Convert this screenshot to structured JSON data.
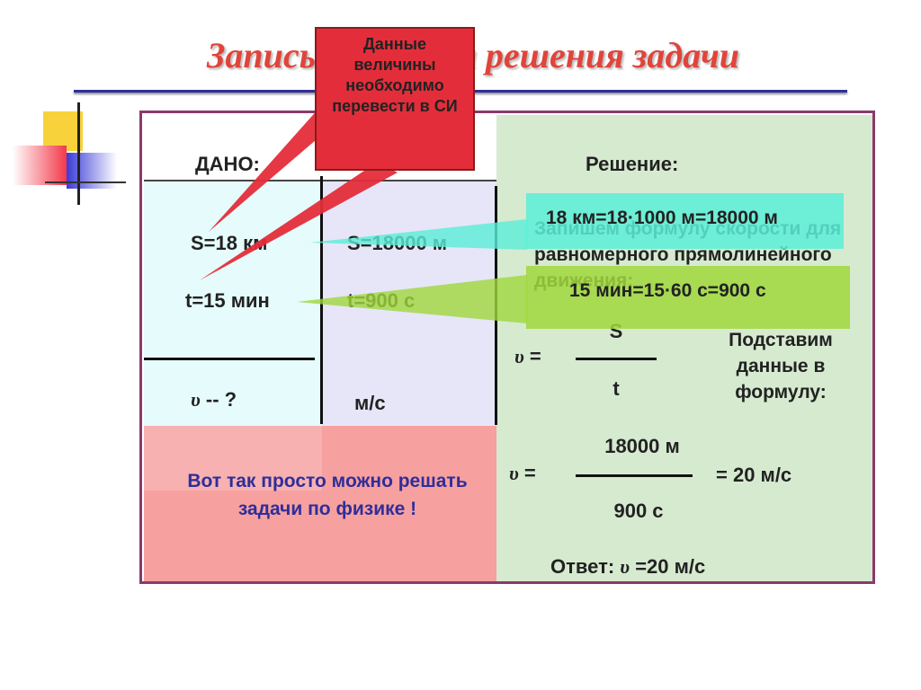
{
  "slide": {
    "title": "Запись условия и решения задачи",
    "dano_label": "ДАНО:",
    "reshenie_label": "Решение:",
    "given": {
      "s_value": "S=18 км",
      "t_value": "t=15 мин",
      "v_symbol": "υ",
      "v_unknown": "-- ?"
    },
    "si": {
      "s_value": "S=18000 м",
      "t_value": "t=900 с",
      "v_unit": "м/с"
    },
    "callout": {
      "text": "Данные величины необходимо перевести в СИ"
    },
    "conversions": {
      "km": "18 км=18·1000 м=18000 м",
      "min": "15 мин=15·60 с=900 с"
    },
    "solution": {
      "formula_intro": "Запишем формулу скорости для равномерного прямолинейного движения:",
      "formula_lhs": "=",
      "formula_numerator": "S",
      "formula_denominator": "t",
      "substitute_text": "Подставим данные в формулу:",
      "calc_lhs": "=",
      "calc_numerator": "18000 м",
      "calc_denominator": "900 с",
      "calc_result": "= 20 м/с",
      "answer_label": "Ответ:",
      "answer_value": "=20 м/с"
    },
    "conclusion": "Вот так просто можно решать задачи по физике !",
    "colors": {
      "title": "#e0443a",
      "frame_border": "#8b3a6b",
      "given_bg": "#e6fbfb",
      "si_bg": "#e6e6f8",
      "solution_bg": "#d6ead0",
      "conclusion_bg": "#f7a0a0",
      "callout_bg": "#e42d3a",
      "conversion_km_bg": "#5aeed7",
      "conversion_min_bg": "#a0d73c",
      "conclusion_text": "#2e2e9a"
    }
  }
}
